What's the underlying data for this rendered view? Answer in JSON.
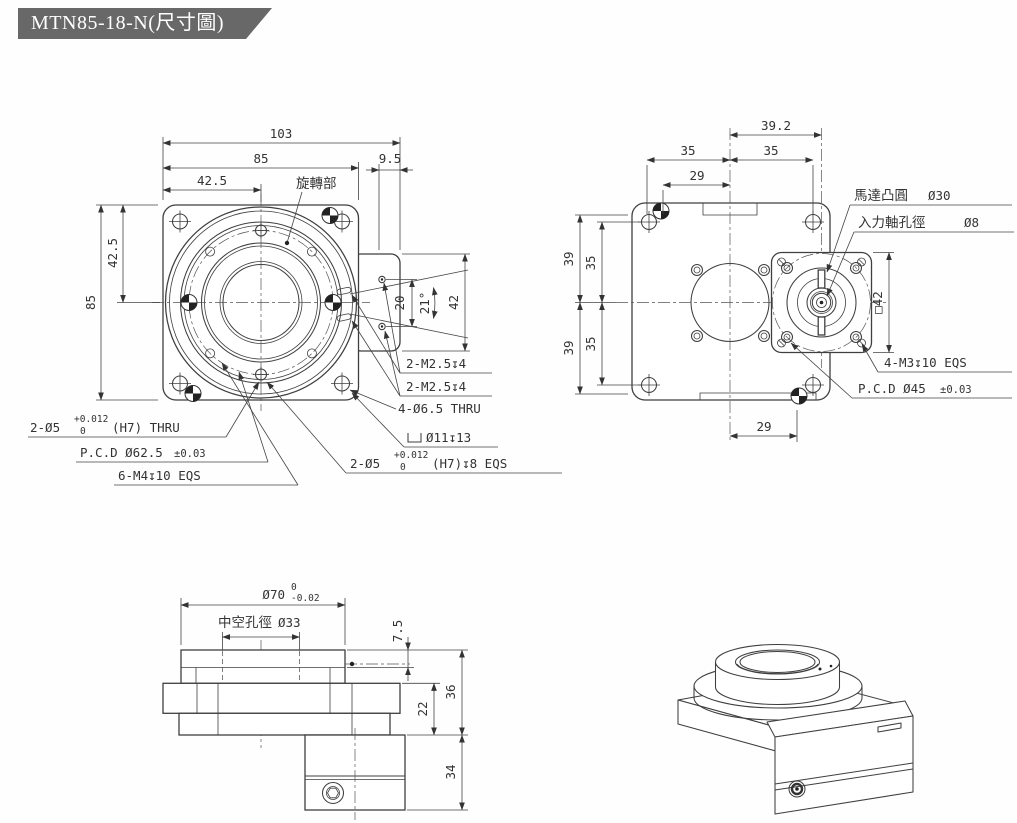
{
  "title": "MTN85-18-N(尺寸圖)",
  "colors": {
    "banner_bg": "#686868",
    "line_color": "#3f3f3f"
  },
  "front_view": {
    "rotating_part_label": "旋轉部",
    "dim_103": "103",
    "dim_85_top": "85",
    "dim_42_5_top": "42.5",
    "dim_9_5": "9.5",
    "dim_85_left": "85",
    "dim_42_5_left": "42.5",
    "dim_20": "20",
    "dim_21_deg": "21°",
    "dim_42_right": "42",
    "note_dowel_front": {
      "prefix": "2-Ø5",
      "tol_upper": "+0.012",
      "tol_lower": "0",
      "suffix": "(H7) THRU"
    },
    "note_pcd": {
      "text": "P.C.D Ø62.5",
      "tol": "±0.03"
    },
    "note_tap": "6-M4↧10 EQS",
    "note_m25_upper": "2-M2.5↧4",
    "note_m25_lower": "2-M2.5↧4",
    "note_corner_holes": "4-Ø6.5 THRU",
    "note_counterbore": "Ø11↧13",
    "note_dowel_rear": {
      "prefix": "2-Ø5",
      "tol_upper": "+0.012",
      "tol_lower": "0",
      "suffix": "(H7)↧8 EQS"
    }
  },
  "rear_view": {
    "dim_39_2": "39.2",
    "dim_35_top_left": "35",
    "dim_35_top_right": "35",
    "dim_29_top": "29",
    "dim_39_left_upper": "39",
    "dim_39_left_lower": "39",
    "dim_35_left_upper": "35",
    "dim_35_left_lower": "35",
    "dim_square_42": "□42",
    "dim_29_bottom": "29",
    "note_motor_boss": {
      "label": "馬達凸圓",
      "value": "Ø30"
    },
    "note_input_shaft": {
      "label": "入力軸孔徑",
      "value": "Ø8"
    },
    "note_mount": "4-M3↧10 EQS",
    "note_pcd": {
      "text": "P.C.D Ø45",
      "tol": "±0.03"
    }
  },
  "side_view": {
    "dim_70": {
      "prefix": "Ø70",
      "tol_upper": "0",
      "tol_lower": "-0.02"
    },
    "note_bore": {
      "label": "中空孔徑",
      "value": "Ø33"
    },
    "dim_7_5": "7.5",
    "dim_22": "22",
    "dim_36": "36",
    "dim_34": "34"
  }
}
